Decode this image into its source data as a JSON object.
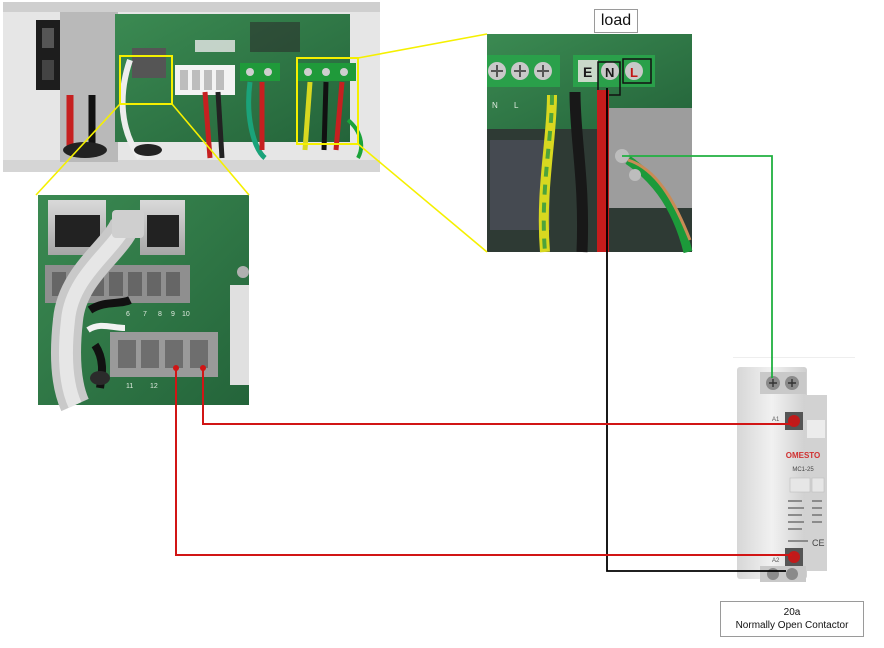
{
  "load_label": "load",
  "contactor": {
    "brand": "OMESTO",
    "model": "MC1-25",
    "caption_line1": "20a",
    "caption_line2": "Normally Open Contactor"
  },
  "terminals": {
    "earth": "E",
    "neutral": "N",
    "live": "L"
  },
  "pins": {
    "a1": "A1",
    "a2": "A2"
  },
  "board_numbers": [
    "6",
    "7",
    "8",
    "9",
    "10",
    "11",
    "12"
  ],
  "colors": {
    "highlight_lines": "#f5f000",
    "signal_wires": "#d11515",
    "earth_wire": "#20b040",
    "neutral_wire": "#000000",
    "pcb": "#2f7a44"
  }
}
